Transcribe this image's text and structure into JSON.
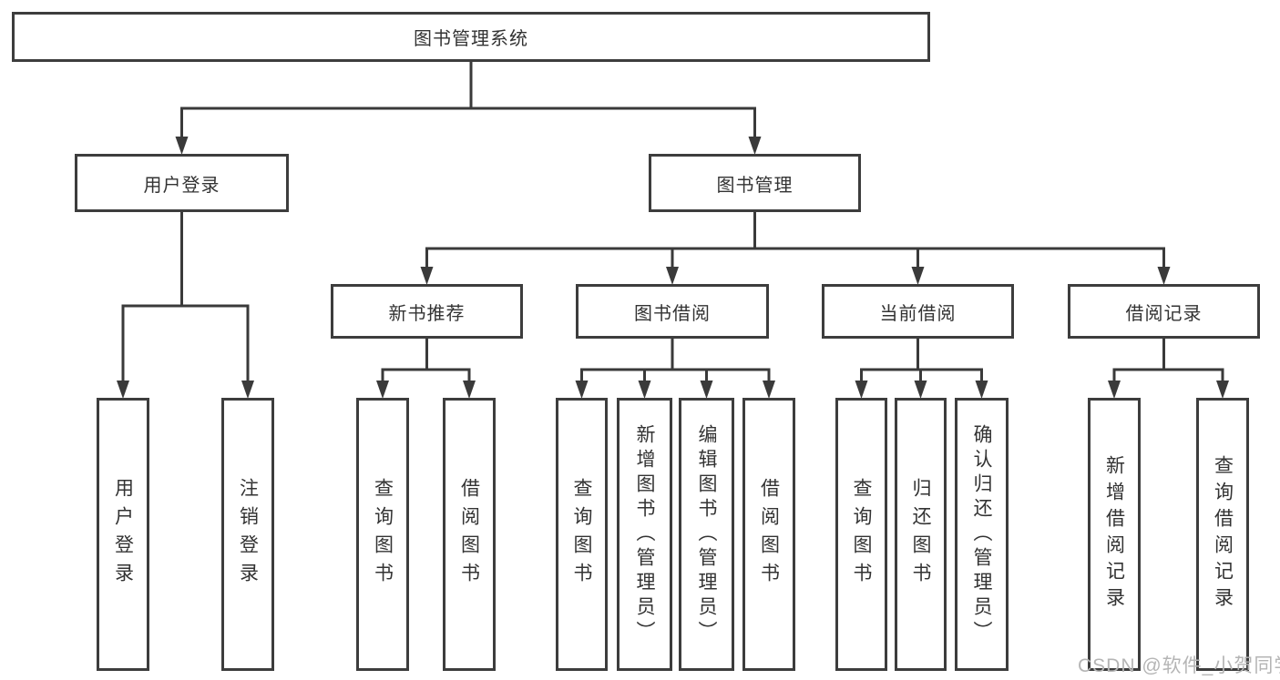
{
  "tree": {
    "root": {
      "label": "图书管理系统"
    },
    "children": [
      {
        "label": "用户登录",
        "children": [
          {
            "label": "用户登录"
          },
          {
            "label": "注销登录"
          }
        ]
      },
      {
        "label": "图书管理",
        "children": [
          {
            "label": "新书推荐",
            "children": [
              {
                "label": "查询图书"
              },
              {
                "label": "借阅图书"
              }
            ]
          },
          {
            "label": "图书借阅",
            "children": [
              {
                "label": "查询图书"
              },
              {
                "label": "新增图书（管理员）"
              },
              {
                "label": "编辑图书（管理员）"
              },
              {
                "label": "借阅图书"
              }
            ]
          },
          {
            "label": "当前借阅",
            "children": [
              {
                "label": "查询图书"
              },
              {
                "label": "归还图书"
              },
              {
                "label": "确认归还（管理员）"
              }
            ]
          },
          {
            "label": "借阅记录",
            "children": [
              {
                "label": "新增借阅记录"
              },
              {
                "label": "查询借阅记录"
              }
            ]
          }
        ]
      }
    ]
  },
  "watermark": {
    "text": "CSDN @软件_小贺同学",
    "color": "#b5b5b5"
  },
  "colors": {
    "background": "#ffffff",
    "line": "#3a3a3a",
    "box_border": "#3d3d3d",
    "text": "#333333"
  }
}
